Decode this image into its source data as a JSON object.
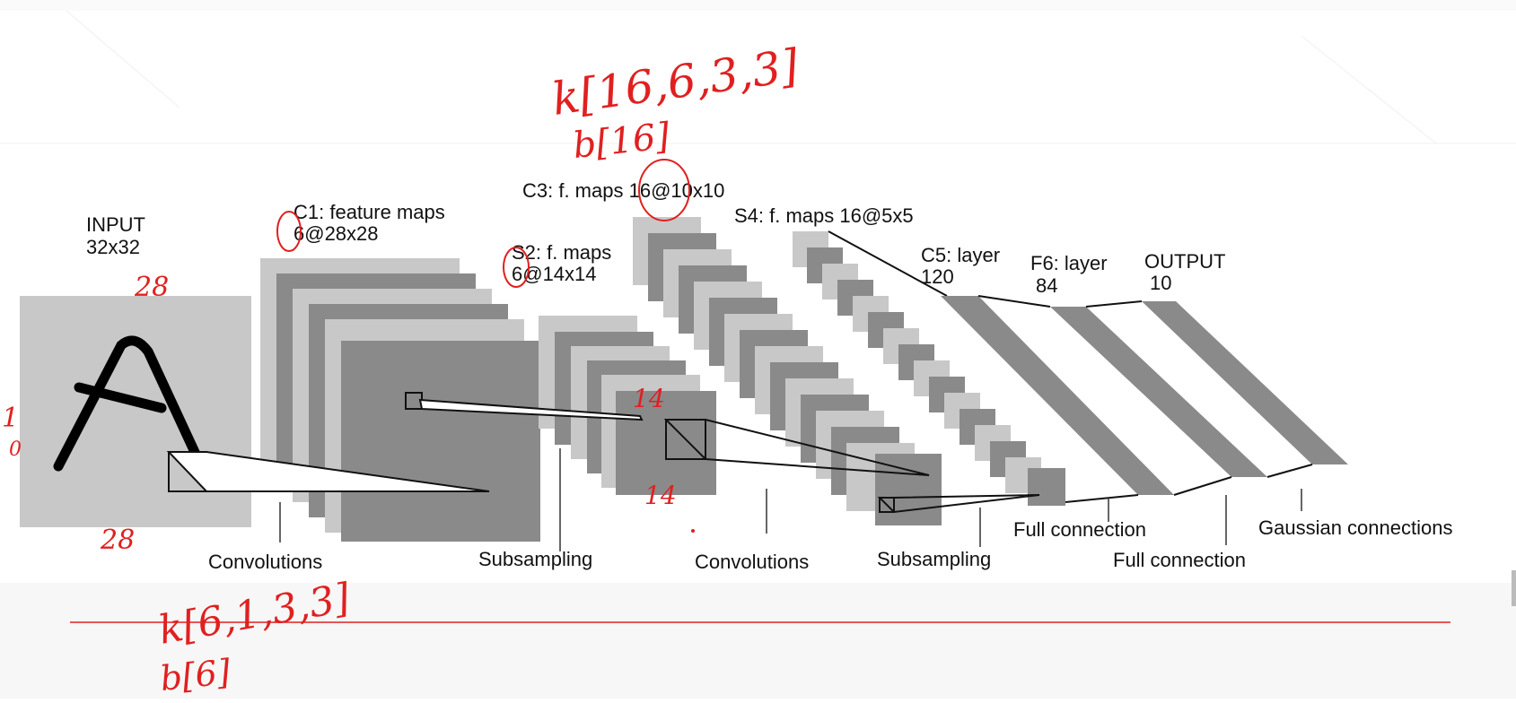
{
  "colors": {
    "light_gray": "#c8c8c8",
    "dark_gray": "#8a8a8a",
    "line": "#111111",
    "annotation_red": "#e02020"
  },
  "layers": {
    "input": {
      "title": "INPUT",
      "size": "32x32"
    },
    "c1": {
      "title": "C1: feature maps",
      "size": "6@28x28"
    },
    "s2": {
      "title": "S2: f. maps",
      "size": "6@14x14"
    },
    "c3": {
      "title": "C3: f. maps 16@10x10"
    },
    "s4": {
      "title": "S4: f. maps 16@5x5"
    },
    "c5": {
      "title": "C5: layer",
      "size": "120"
    },
    "f6": {
      "title": "F6: layer",
      "size": "84"
    },
    "output": {
      "title": "OUTPUT",
      "size": "10"
    }
  },
  "operations": {
    "conv1": "Convolutions",
    "sub1": "Subsampling",
    "conv2": "Convolutions",
    "sub2": "Subsampling",
    "full1": "Full connection",
    "full2": "Full connection",
    "gauss": "Gaussian connections"
  },
  "annotations": {
    "kernel_c3": "k[16,6,3,3]",
    "bias_c3": "b[16]",
    "kernel_c1": "k[6,1,3,3]",
    "bias_c1": "b[6]",
    "input_top": "28",
    "input_bottom": "28",
    "input_left": "1",
    "input_left_sub": "0",
    "s2_top": "14",
    "s2_bottom": "14"
  }
}
